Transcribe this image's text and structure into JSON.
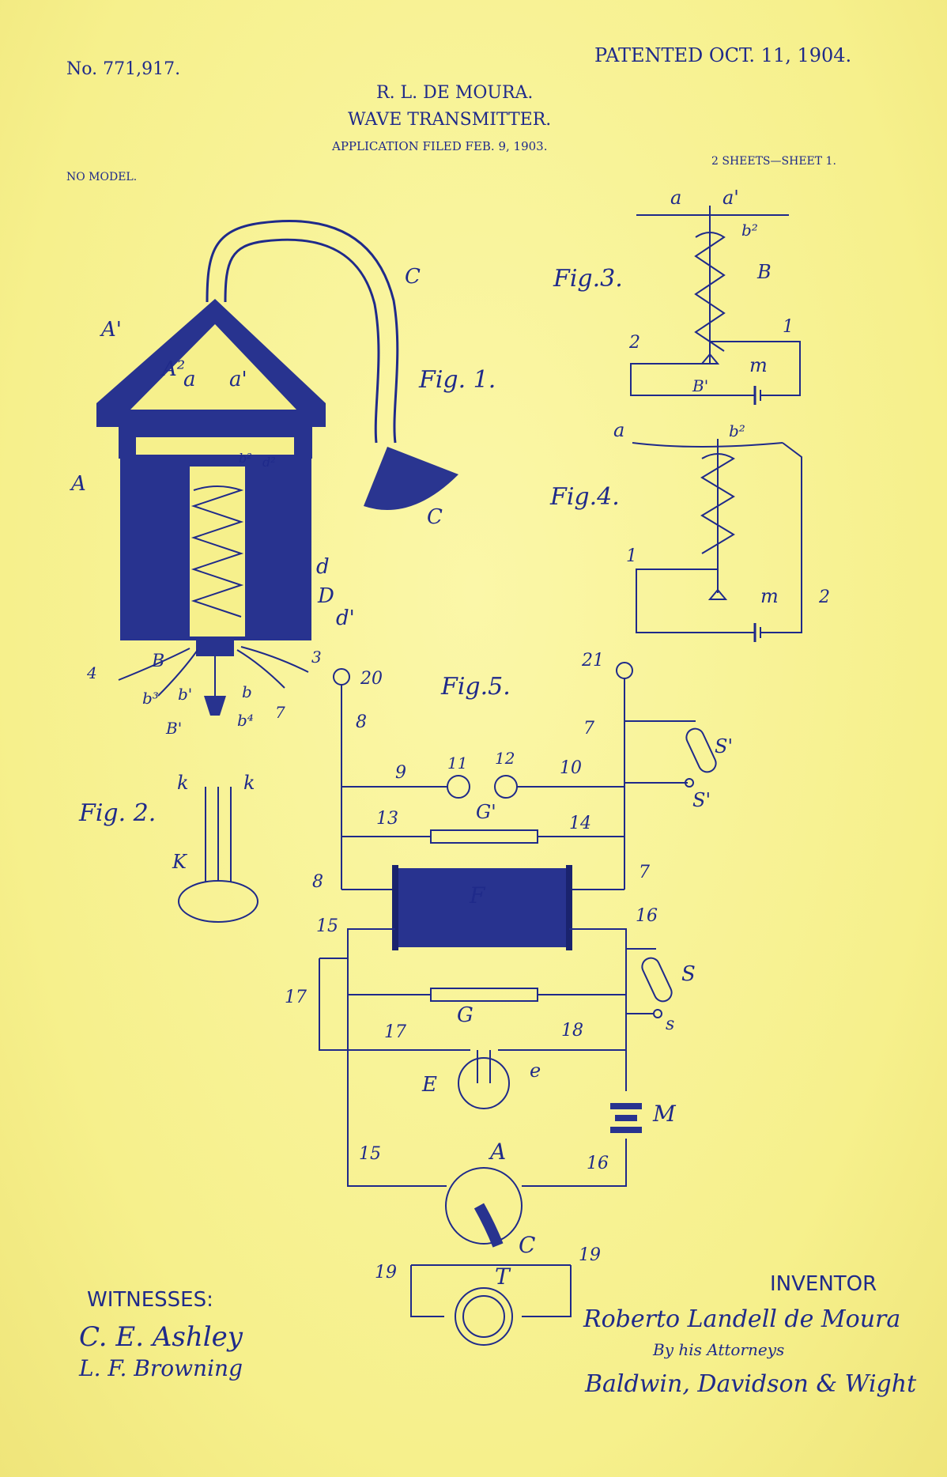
{
  "header": {
    "patent_no": "No. 771,917.",
    "patented": "PATENTED OCT. 11, 1904.",
    "inventor_name": "R. L. DE MOURA.",
    "title": "WAVE TRANSMITTER.",
    "application": "APPLICATION FILED FEB. 9, 1903.",
    "no_model": "NO MODEL.",
    "sheets": "2 SHEETS—SHEET 1."
  },
  "figures": {
    "fig1": "Fig. 1.",
    "fig2": "Fig. 2.",
    "fig3": "Fig.3.",
    "fig4": "Fig.4.",
    "fig5": "Fig.5."
  },
  "labels_fig1": [
    "A'",
    "A²",
    "a",
    "a'",
    "C",
    "C",
    "A",
    "b²",
    "d²",
    "d",
    "D",
    "d'",
    "B",
    "b³",
    "b'",
    "b",
    "b⁴",
    "B'",
    "4",
    "3",
    "7"
  ],
  "labels_fig2": [
    "k",
    "k",
    "K"
  ],
  "labels_fig3": [
    "a",
    "a'",
    "b²",
    "B",
    "1",
    "2",
    "m",
    "B'"
  ],
  "labels_fig4": [
    "a",
    "b²",
    "1",
    "m",
    "2"
  ],
  "labels_fig5": [
    "20",
    "21",
    "8",
    "7",
    "S'",
    "9",
    "11",
    "12",
    "10",
    "S'",
    "13",
    "G'",
    "14",
    "8",
    "7",
    "F",
    "15",
    "16",
    "S",
    "17",
    "G",
    "s",
    "17",
    "18",
    "E",
    "e",
    "M",
    "15",
    "A",
    "16",
    "C",
    "19",
    "19",
    "T"
  ],
  "footer": {
    "witnesses_label": "WITNESSES:",
    "witness_1": "C. E. Ashley",
    "witness_2": "L. F. Browning",
    "inventor_label": "INVENTOR",
    "inventor_signature": "Roberto Landell de Moura",
    "by_attorneys": "By his Attorneys",
    "attorneys_signature": "Baldwin, Davidson & Wight"
  }
}
